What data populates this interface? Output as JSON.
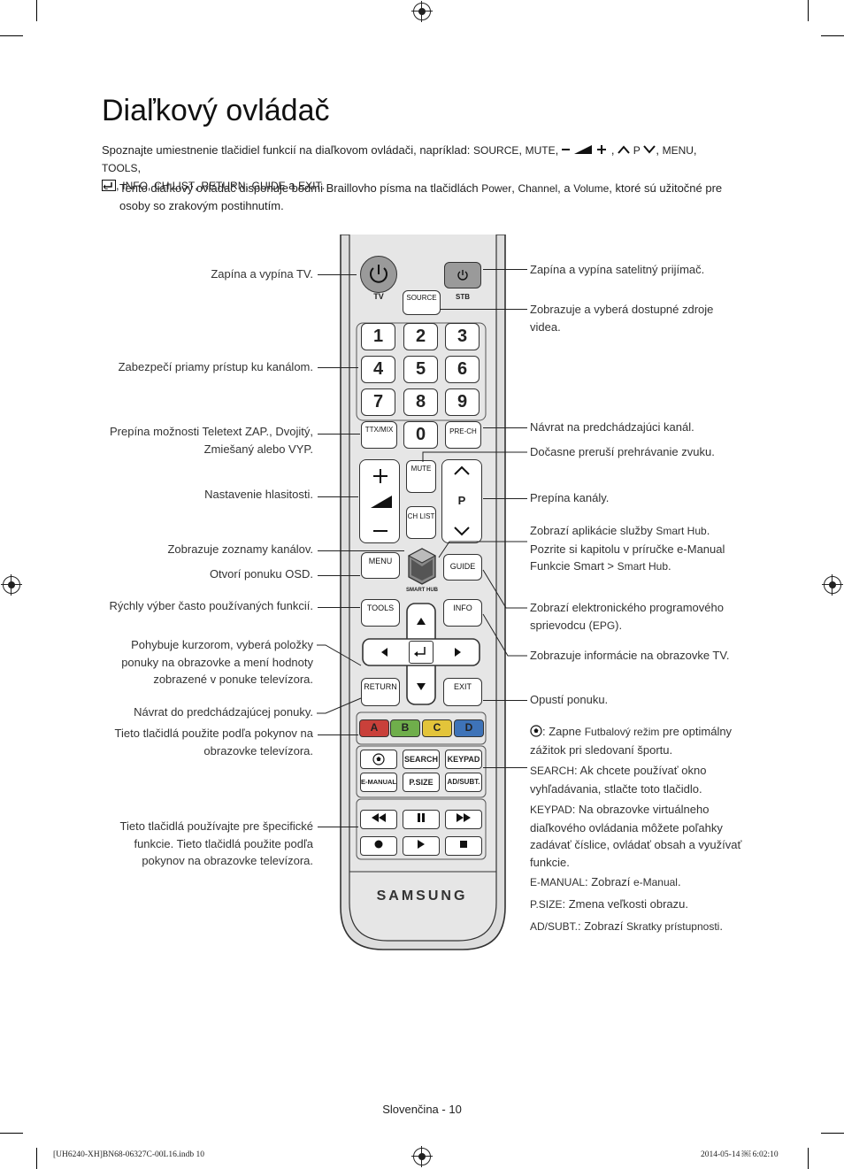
{
  "title": "Diaľkový ovládač",
  "intro": {
    "prefix": "Spoznajte umiestnenie tlačidiel funkcií na diaľkovom ovládači, napríklad: ",
    "keys_line1": [
      "SOURCE",
      "MUTE",
      "P",
      "MENU",
      "TOOLS"
    ],
    "keys_line2": [
      "INFO",
      "CH LIST",
      "RETURN",
      "GUIDE",
      "EXIT"
    ],
    "and_word": "a"
  },
  "note": {
    "dash": "-",
    "text_before": "Tento diaľkový ovládač disponuje bodmi Braillovho písma na tlačidlách ",
    "k1": "Power",
    "k2": "Channel",
    "a": ", a ",
    "k3": "Volume",
    "text_after": ", ktoré sú užitočné pre osoby so zrakovým postihnutím."
  },
  "left_labels": {
    "power": "Zapína a vypína TV.",
    "numbers": "Zabezpečí priamy prístup ku kanálom.",
    "ttx": "Prepína možnosti Teletext ZAP., Dvojitý, Zmiešaný alebo VYP.",
    "volume": "Nastavenie hlasitosti.",
    "chlist": "Zobrazuje zoznamy kanálov.",
    "menu": "Otvorí ponuku OSD.",
    "tools": "Rýchly výber často používaných funkcií.",
    "cursor": "Pohybuje kurzorom, vyberá položky ponuky na obrazovke a mení hodnoty zobrazené v ponuke televízora.",
    "return": "Návrat do predchádzajúcej ponuky.",
    "color": "Tieto tlačidlá použite podľa pokynov na obrazovke televízora.",
    "special": "Tieto tlačidlá používajte pre špecifické funkcie. Tieto tlačidlá použite podľa pokynov na obrazovke televízora."
  },
  "right_labels": {
    "stb": "Zapína a vypína satelitný prijímač.",
    "source": "Zobrazuje a vyberá dostupné zdroje videa.",
    "prech": "Návrat na predchádzajúci kanál.",
    "mute": "Dočasne preruší prehrávanie zvuku.",
    "channel": "Prepína kanály.",
    "smarthub_1": "Zobrazí aplikácie služby ",
    "smarthub_k": "Smart Hub",
    "smarthub_2": "Pozrite si kapitolu v príručke e-Manual ",
    "smarthub_b": "Funkcie Smart",
    "smarthub_gt": " > ",
    "smarthub_k2": "Smart Hub",
    "guide_1": "Zobrazí elektronického programového sprievodcu (",
    "guide_k": "EPG",
    "guide_2": ").",
    "info": "Zobrazuje informácie na obrazovke TV.",
    "exit": "Opustí ponuku.",
    "football_1": ": Zapne ",
    "football_k": "Futbalový režim",
    "football_2": " pre optimálny zážitok pri sledovaní športu.",
    "search_k": "SEARCH",
    "search_t": ": Ak chcete používať okno vyhľadávania, stlačte toto tlačidlo.",
    "keypad_k": "KEYPAD",
    "keypad_t": ": Na obrazovke virtuálneho diaľkového ovládania môžete poľahky zadávať číslice, ovládať obsah a využívať funkcie.",
    "emanual_k": "E-MANUAL",
    "emanual_t": ": Zobrazí ",
    "emanual_k2": "e-Manual",
    "psize_k": "P.SIZE",
    "psize_t": ": Zmena veľkosti obrazu.",
    "adsubt_k": "AD/SUBT.",
    "adsubt_t": ": Zobrazí ",
    "adsubt_k2": "Skratky prístupnosti"
  },
  "remote": {
    "tv": "TV",
    "stb": "STB",
    "source": "SOURCE",
    "numbers": [
      "1",
      "2",
      "3",
      "4",
      "5",
      "6",
      "7",
      "8",
      "9",
      "0"
    ],
    "ttx": "TTX/MIX",
    "prech": "PRE-CH",
    "mute": "MUTE",
    "chlist": "CH LIST",
    "p": "P",
    "menu": "MENU",
    "guide": "GUIDE",
    "smarthub": "SMART HUB",
    "tools": "TOOLS",
    "info": "INFO",
    "return": "RETURN",
    "exit": "EXIT",
    "colors": [
      {
        "label": "A",
        "color": "#c9403a"
      },
      {
        "label": "B",
        "color": "#6fae4b"
      },
      {
        "label": "C",
        "color": "#e3c43a"
      },
      {
        "label": "D",
        "color": "#3e73b8"
      }
    ],
    "search": "SEARCH",
    "keypad": "KEYPAD",
    "emanual": "E-MANUAL",
    "psize": "P.SIZE",
    "adsubt": "AD/SUBT.",
    "brand": "SAMSUNG"
  },
  "footer": "Slovenčina - 10",
  "slug_left": "[UH6240-XH]BN68-06327C-00L16.indb   10",
  "slug_right": "2014-05-14   ￼ 6:02:10"
}
